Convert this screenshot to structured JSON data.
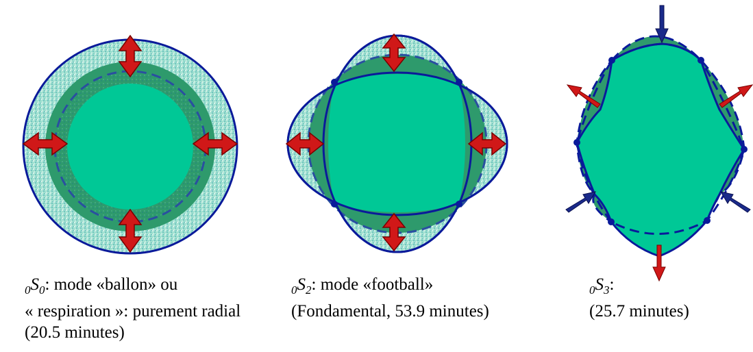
{
  "modes": [
    {
      "id": "0S0",
      "prefix": "0",
      "symbol": "S",
      "subscript": "0",
      "line1": ": mode «ballon» ou",
      "line2": "« respiration »: purement radial",
      "line3": "(20.5 minutes)"
    },
    {
      "id": "0S2",
      "prefix": "0",
      "symbol": "S",
      "subscript": "2",
      "line1": ": mode «football»",
      "line2": "(Fondamental, 53.9 minutes)",
      "line3": ""
    },
    {
      "id": "0S3",
      "prefix": "0",
      "symbol": "S",
      "subscript": "3",
      "line1": ":",
      "line2": "(25.7 minutes)",
      "line3": ""
    }
  ],
  "colors": {
    "fill": "#00c896",
    "fill_dark": "#2e9a6c",
    "outline": "#0a1a9a",
    "arrow_red": "#d01818",
    "arrow_dark_red": "#7a0000",
    "arrow_blue": "#1a2a8a"
  }
}
